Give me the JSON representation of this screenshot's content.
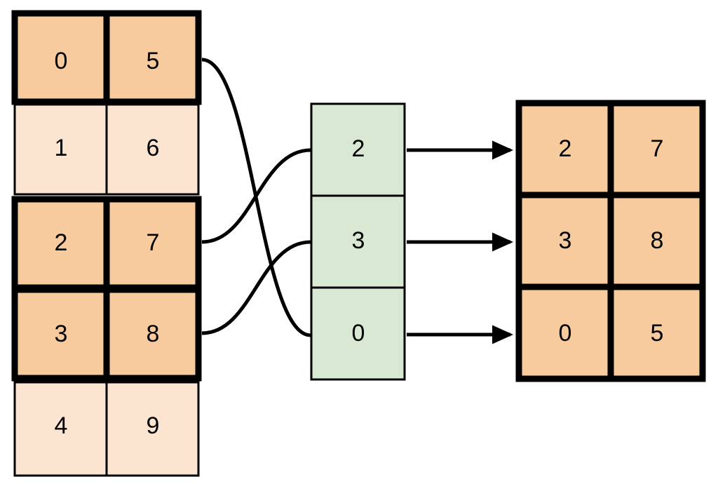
{
  "diagram": {
    "type": "gather-indexing-diagram",
    "colors": {
      "highlight_fill": "#f7cb9e",
      "normal_fill": "#fbe5d0",
      "index_fill": "#d9e8d2",
      "stroke": "#000000",
      "background": "#ffffff"
    },
    "source_table": {
      "name": "source-matrix",
      "columns": 2,
      "rows": [
        {
          "values": [
            "0",
            "5"
          ],
          "selected": true
        },
        {
          "values": [
            "1",
            "6"
          ],
          "selected": false
        },
        {
          "values": [
            "2",
            "7"
          ],
          "selected": true
        },
        {
          "values": [
            "3",
            "8"
          ],
          "selected": true
        },
        {
          "values": [
            "4",
            "9"
          ],
          "selected": false
        }
      ]
    },
    "index_column": {
      "name": "index-vector",
      "values": [
        "2",
        "3",
        "0"
      ]
    },
    "result_table": {
      "name": "result-matrix",
      "columns": 2,
      "rows": [
        {
          "values": [
            "2",
            "7"
          ]
        },
        {
          "values": [
            "3",
            "8"
          ]
        },
        {
          "values": [
            "0",
            "5"
          ]
        }
      ]
    },
    "links": [
      {
        "name": "link-source-row0-to-index2",
        "from_row": 0,
        "to_index": 2
      },
      {
        "name": "link-source-row2-to-index0",
        "from_row": 2,
        "to_index": 0
      },
      {
        "name": "link-source-row3-to-index1",
        "from_row": 3,
        "to_index": 1
      }
    ],
    "arrows": [
      {
        "name": "arrow-index0-to-result-row0",
        "from_index": 0,
        "to_row": 0
      },
      {
        "name": "arrow-index1-to-result-row1",
        "from_index": 1,
        "to_row": 1
      },
      {
        "name": "arrow-index2-to-result-row2",
        "from_index": 2,
        "to_row": 2
      }
    ]
  }
}
